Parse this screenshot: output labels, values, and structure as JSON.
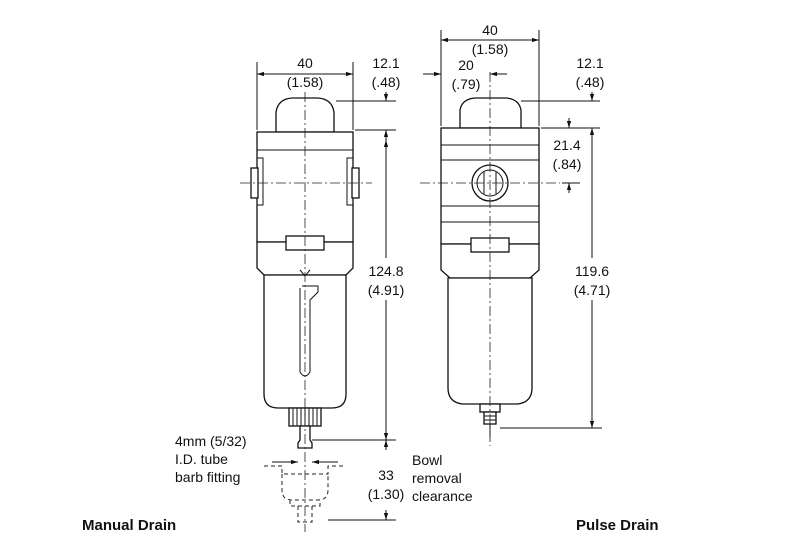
{
  "manual_drain": {
    "caption": "Manual Drain",
    "width_mm": "40",
    "width_in": "(1.58)",
    "top_mm": "12.1",
    "top_in": "(.48)",
    "height_mm": "124.8",
    "height_in": "(4.91)",
    "clearance_mm": "33",
    "clearance_in": "(1.30)",
    "fitting_line1": "4mm (5/32)",
    "fitting_line2": "I.D. tube",
    "fitting_line3": "barb fitting",
    "clearance_line1": "Bowl",
    "clearance_line2": "removal",
    "clearance_line3": "clearance"
  },
  "pulse_drain": {
    "caption": "Pulse Drain",
    "width_mm": "40",
    "width_in": "(1.58)",
    "half_mm": "20",
    "half_in": "(.79)",
    "top_mm": "12.1",
    "top_in": "(.48)",
    "port_mm": "21.4",
    "port_in": "(.84)",
    "height_mm": "119.6",
    "height_in": "(4.71)"
  }
}
